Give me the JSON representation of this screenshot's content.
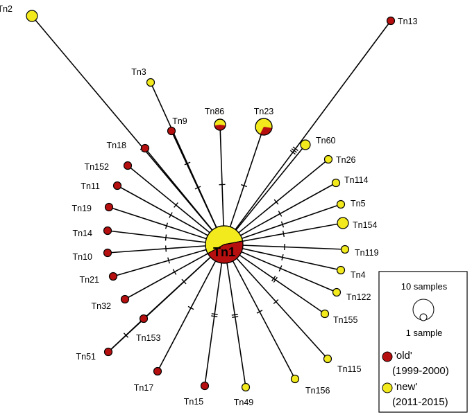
{
  "colors": {
    "old": "#b50f0f",
    "new": "#f2ea1c",
    "edge": "#000000"
  },
  "hub": {
    "id": "Tn1",
    "label": "Tn1",
    "old_fraction": 0.45
  },
  "nodes": [
    {
      "id": "Tn2",
      "label": "Tn2",
      "period": "new",
      "mutations": 2
    },
    {
      "id": "Tn3",
      "label": "Tn3",
      "period": "new",
      "mutations": 1
    },
    {
      "id": "Tn9",
      "label": "Tn9",
      "period": "old",
      "mutations": 1
    },
    {
      "id": "Tn86",
      "label": "Tn86",
      "period": "mixed",
      "old_fraction": 0.45,
      "mutations": 1
    },
    {
      "id": "Tn23",
      "label": "Tn23",
      "period": "mixed",
      "old_fraction": 0.3,
      "mutations": 1
    },
    {
      "id": "Tn13",
      "label": "Tn13",
      "period": "old",
      "mutations": 3
    },
    {
      "id": "Tn60",
      "label": "Tn60",
      "period": "new",
      "mutations": 0
    },
    {
      "id": "Tn26",
      "label": "Tn26",
      "period": "new",
      "mutations": 1
    },
    {
      "id": "Tn114",
      "label": "Tn114",
      "period": "new",
      "mutations": 1
    },
    {
      "id": "Tn5",
      "label": "Tn5",
      "period": "new",
      "mutations": 1
    },
    {
      "id": "Tn154",
      "label": "Tn154",
      "period": "new",
      "mutations": 1
    },
    {
      "id": "Tn119",
      "label": "Tn119",
      "period": "new",
      "mutations": 1
    },
    {
      "id": "Tn4",
      "label": "Tn4",
      "period": "new",
      "mutations": 1
    },
    {
      "id": "Tn122",
      "label": "Tn122",
      "period": "new",
      "mutations": 1
    },
    {
      "id": "Tn155",
      "label": "Tn155",
      "period": "new",
      "mutations": 2
    },
    {
      "id": "Tn115",
      "label": "Tn115",
      "period": "new",
      "mutations": 1
    },
    {
      "id": "Tn156",
      "label": "Tn156",
      "period": "new",
      "mutations": 1
    },
    {
      "id": "Tn49",
      "label": "Tn49",
      "period": "new",
      "mutations": 2
    },
    {
      "id": "Tn15",
      "label": "Tn15",
      "period": "old",
      "mutations": 2
    },
    {
      "id": "Tn17",
      "label": "Tn17",
      "period": "old",
      "mutations": 1
    },
    {
      "id": "Tn51",
      "label": "Tn51",
      "period": "old",
      "mutations": 1
    },
    {
      "id": "Tn153",
      "label": "Tn153",
      "period": "old",
      "mutations": 1
    },
    {
      "id": "Tn32",
      "label": "Tn32",
      "period": "old",
      "mutations": 1
    },
    {
      "id": "Tn21",
      "label": "Tn21",
      "period": "old",
      "mutations": 1
    },
    {
      "id": "Tn10",
      "label": "Tn10",
      "period": "old",
      "mutations": 1
    },
    {
      "id": "Tn14",
      "label": "Tn14",
      "period": "old",
      "mutations": 1
    },
    {
      "id": "Tn19",
      "label": "Tn19",
      "period": "old",
      "mutations": 1
    },
    {
      "id": "Tn11",
      "label": "Tn11",
      "period": "old",
      "mutations": 1
    },
    {
      "id": "Tn152",
      "label": "Tn152",
      "period": "old",
      "mutations": 1
    },
    {
      "id": "Tn18",
      "label": "Tn18",
      "period": "old",
      "mutations": 0
    }
  ],
  "legend": {
    "size_large": "10 samples",
    "size_small": "1 sample",
    "old_label": "'old'",
    "old_years": "(1999-2000)",
    "new_label": "'new'",
    "new_years": "(2011-2015)"
  }
}
